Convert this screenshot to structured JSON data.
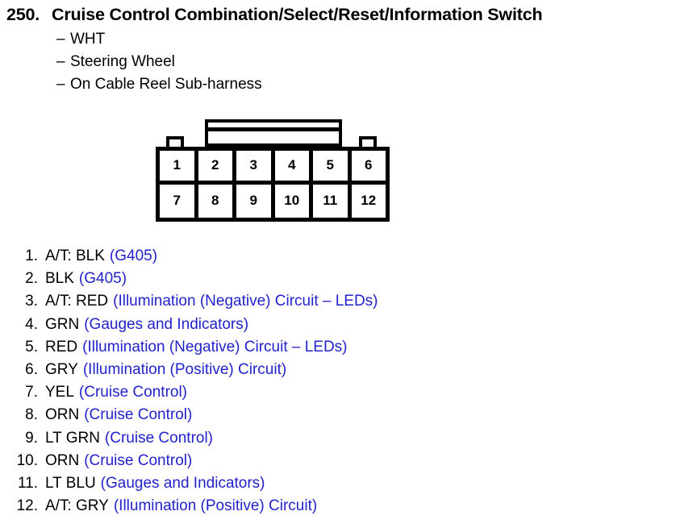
{
  "document": {
    "item_number": "250.",
    "title": "Cruise Control Combination/Select/Reset/Information Switch",
    "subitems": [
      {
        "dash": "–",
        "text": "WHT"
      },
      {
        "dash": "–",
        "text": "Steering Wheel"
      },
      {
        "dash": "–",
        "text": "On Cable Reel Sub-harness"
      }
    ]
  },
  "connector": {
    "rows": [
      {
        "cells": [
          "1",
          "2",
          "3",
          "4",
          "5",
          "6"
        ]
      },
      {
        "cells": [
          "7",
          "8",
          "9",
          "10",
          "11",
          "12"
        ]
      }
    ]
  },
  "pins": [
    {
      "num": "1.",
      "wire": "A/T: BLK",
      "desc": "(G405)"
    },
    {
      "num": "2.",
      "wire": "BLK",
      "desc": "(G405)"
    },
    {
      "num": "3.",
      "wire": "A/T: RED",
      "desc": "(Illumination (Negative) Circuit – LEDs)"
    },
    {
      "num": "4.",
      "wire": "GRN",
      "desc": "(Gauges and Indicators)"
    },
    {
      "num": "5.",
      "wire": "RED",
      "desc": "(Illumination (Negative) Circuit – LEDs)"
    },
    {
      "num": "6.",
      "wire": "GRY",
      "desc": "(Illumination (Positive) Circuit)"
    },
    {
      "num": "7.",
      "wire": "YEL",
      "desc": "(Cruise Control)"
    },
    {
      "num": "8.",
      "wire": "ORN",
      "desc": "(Cruise Control)"
    },
    {
      "num": "9.",
      "wire": "LT GRN",
      "desc": "(Cruise Control)"
    },
    {
      "num": "10.",
      "wire": "ORN",
      "desc": "(Cruise Control)"
    },
    {
      "num": "11.",
      "wire": "LT BLU",
      "desc": "(Gauges and Indicators)"
    },
    {
      "num": "12.",
      "wire": "A/T: GRY",
      "desc": "(Illumination (Positive) Circuit)"
    }
  ],
  "colors": {
    "circuit_link": "#2222cc",
    "text": "#000000",
    "background": "#ffffff"
  }
}
